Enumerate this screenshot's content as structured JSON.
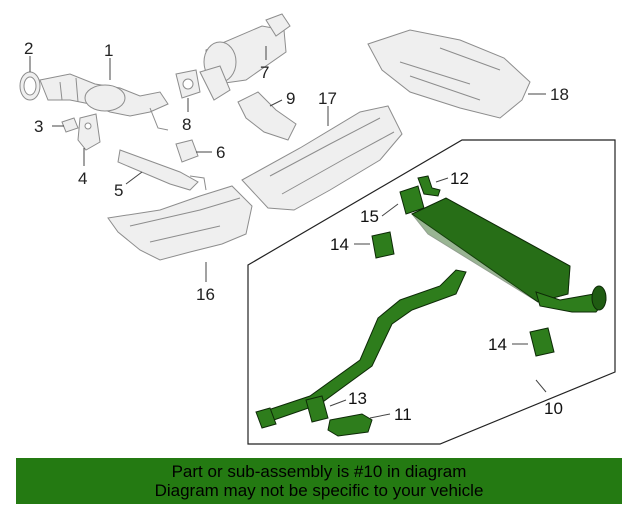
{
  "callouts": {
    "c1": "1",
    "c2": "2",
    "c3": "3",
    "c4": "4",
    "c5": "5",
    "c6": "6",
    "c7": "7",
    "c8": "8",
    "c9": "9",
    "c10": "10",
    "c11": "11",
    "c12": "12",
    "c13": "13",
    "c14a": "14",
    "c14b": "14",
    "c15": "15",
    "c16": "16",
    "c17": "17",
    "c18": "18"
  },
  "banner": {
    "line1": "Part or sub-assembly is #10 in diagram",
    "line2": "Diagram may not be specific to your vehicle"
  },
  "colors": {
    "highlight": "#2e7d1c",
    "banner": "#247a12"
  }
}
